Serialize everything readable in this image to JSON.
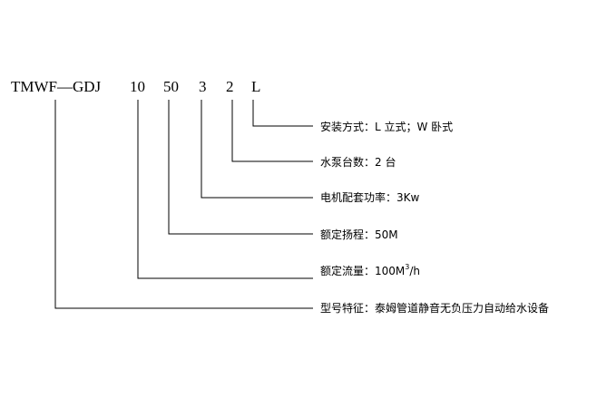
{
  "model_code": {
    "prefix": "TMWF—GDJ",
    "flow": "10",
    "head": "50",
    "power": "3",
    "pumps": "2",
    "install": "L"
  },
  "descriptions": {
    "install": "安装方式：L 立式；W 卧式",
    "pumps": "水泵台数：2 台",
    "power": "电机配套功率：3Kw",
    "head": "额定扬程：50M",
    "flow_prefix": "额定流量：100M",
    "flow_sup": "3",
    "flow_suffix": "/h",
    "model": "型号特征：泰姆管道静音无负压力自动给水设备"
  }
}
